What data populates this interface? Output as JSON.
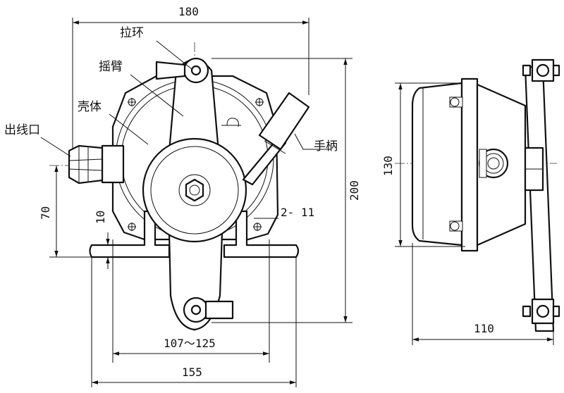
{
  "labels": {
    "pull_ring": "拉环",
    "rocker_arm": "摇臂",
    "housing": "壳体",
    "cable_outlet": "出线口",
    "handle": "手柄"
  },
  "dimensions": {
    "front_width": "180",
    "front_height": "200",
    "outlet_height": "70",
    "base_height": "10",
    "mount_holes": "2- 11",
    "mount_span": "107～125",
    "base_width": "155",
    "side_height": "130",
    "side_depth": "110"
  },
  "colors": {
    "line": "#111111",
    "background": "#ffffff"
  }
}
